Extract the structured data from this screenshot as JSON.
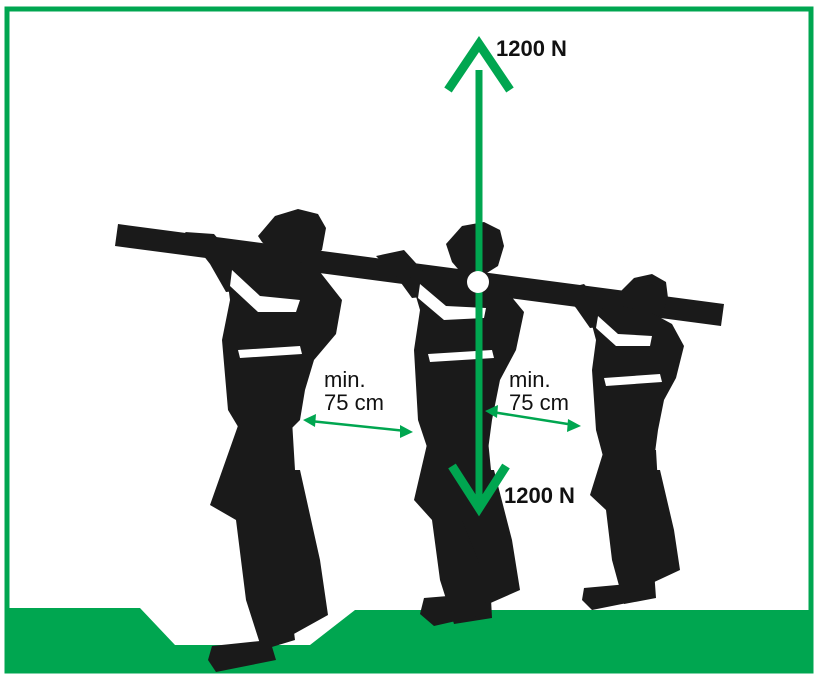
{
  "colors": {
    "accent": "#00a650",
    "figure": "#1a1a1a",
    "background": "#ffffff"
  },
  "force_up": {
    "label": "1200 N",
    "direction": "up"
  },
  "force_down": {
    "label": "1200 N",
    "direction": "down"
  },
  "spacing_left": {
    "line1": "min.",
    "line2": "75 cm"
  },
  "spacing_right": {
    "line1": "min.",
    "line2": "75 cm"
  },
  "workers": {
    "count": 3
  },
  "icons": [
    "worker-silhouette-icon",
    "force-arrow-icon",
    "double-arrow-icon",
    "pole-icon",
    "ground-icon"
  ]
}
